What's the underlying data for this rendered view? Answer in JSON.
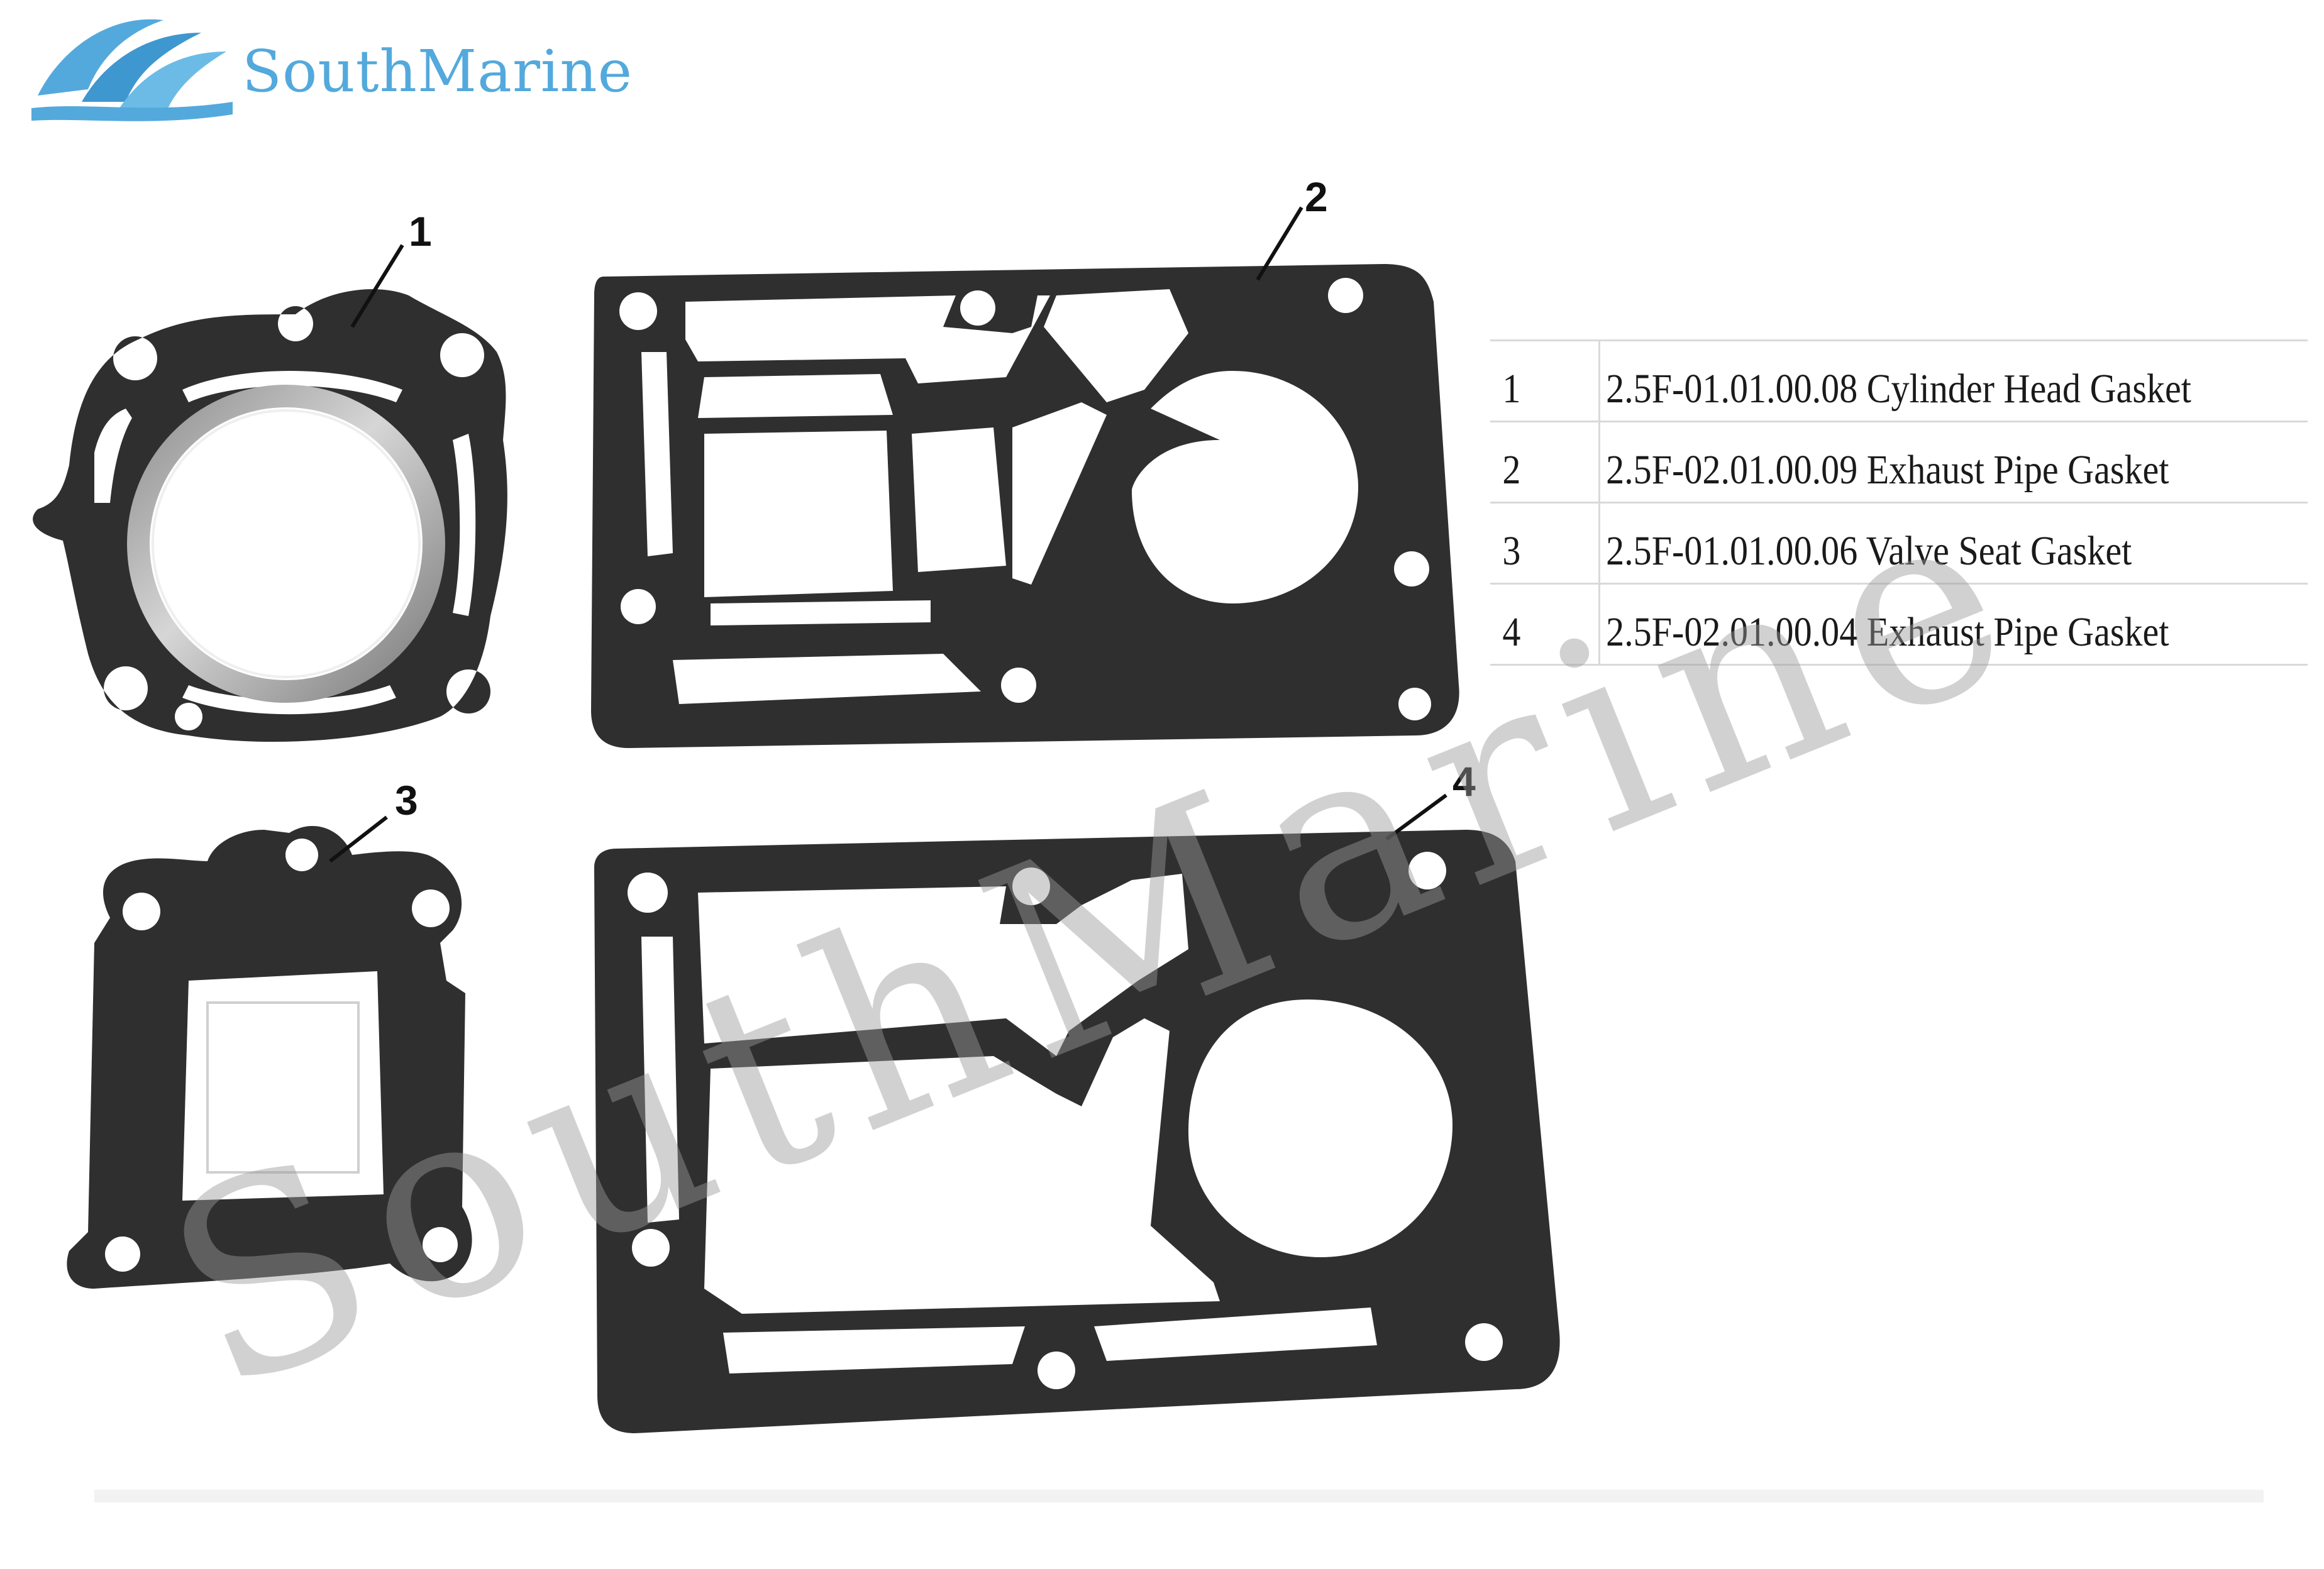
{
  "brand": {
    "name": "SouthMarine",
    "color": "#53a9dc",
    "logo_icon": "wave-logo-icon"
  },
  "watermark": "SouthMarine",
  "callouts": [
    "1",
    "2",
    "3",
    "4"
  ],
  "parts": [
    {
      "num": "1",
      "desc": "2.5F-01.01.00.08 Cylinder Head Gasket"
    },
    {
      "num": "2",
      "desc": "2.5F-02.01.00.09 Exhaust Pipe Gasket"
    },
    {
      "num": "3",
      "desc": "2.5F-01.01.00.06 Valve Seat Gasket"
    },
    {
      "num": "4",
      "desc": "2.5F-02.01.00.04 Exhaust Pipe Gasket"
    }
  ],
  "colors": {
    "gasket": "#2f2f2f",
    "background": "#ffffff",
    "metal_ring": "#b8b8b8"
  }
}
